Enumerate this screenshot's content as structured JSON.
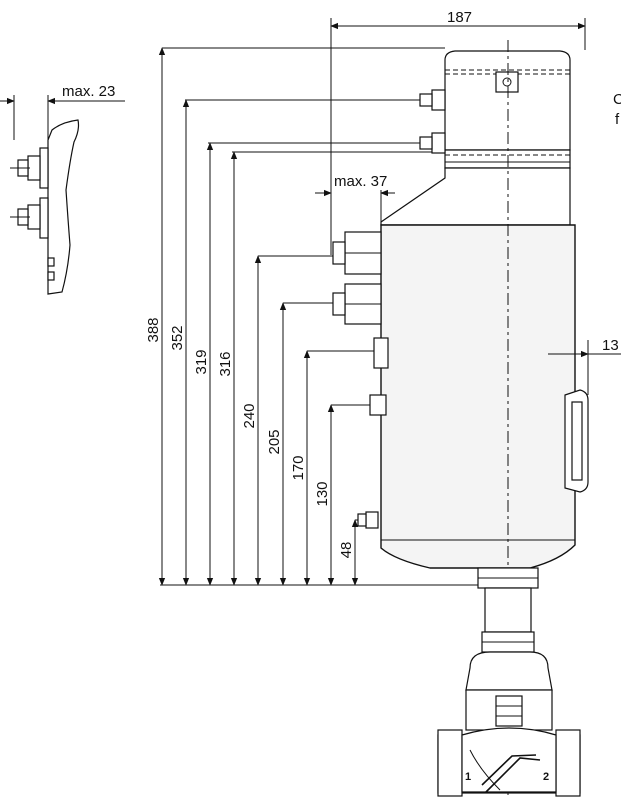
{
  "dimensions": {
    "width_top": "187",
    "side_max": "max. 23",
    "cable_max": "max. 37",
    "offset_right": "13",
    "h388": "388",
    "h352": "352",
    "h319": "319",
    "h316": "316",
    "h240": "240",
    "h205": "205",
    "h170": "170",
    "h130": "130",
    "h48": "48"
  },
  "port_labels": {
    "port1": "1",
    "port2": "2"
  },
  "cut_text": {
    "line1": "C",
    "line2": "f"
  }
}
